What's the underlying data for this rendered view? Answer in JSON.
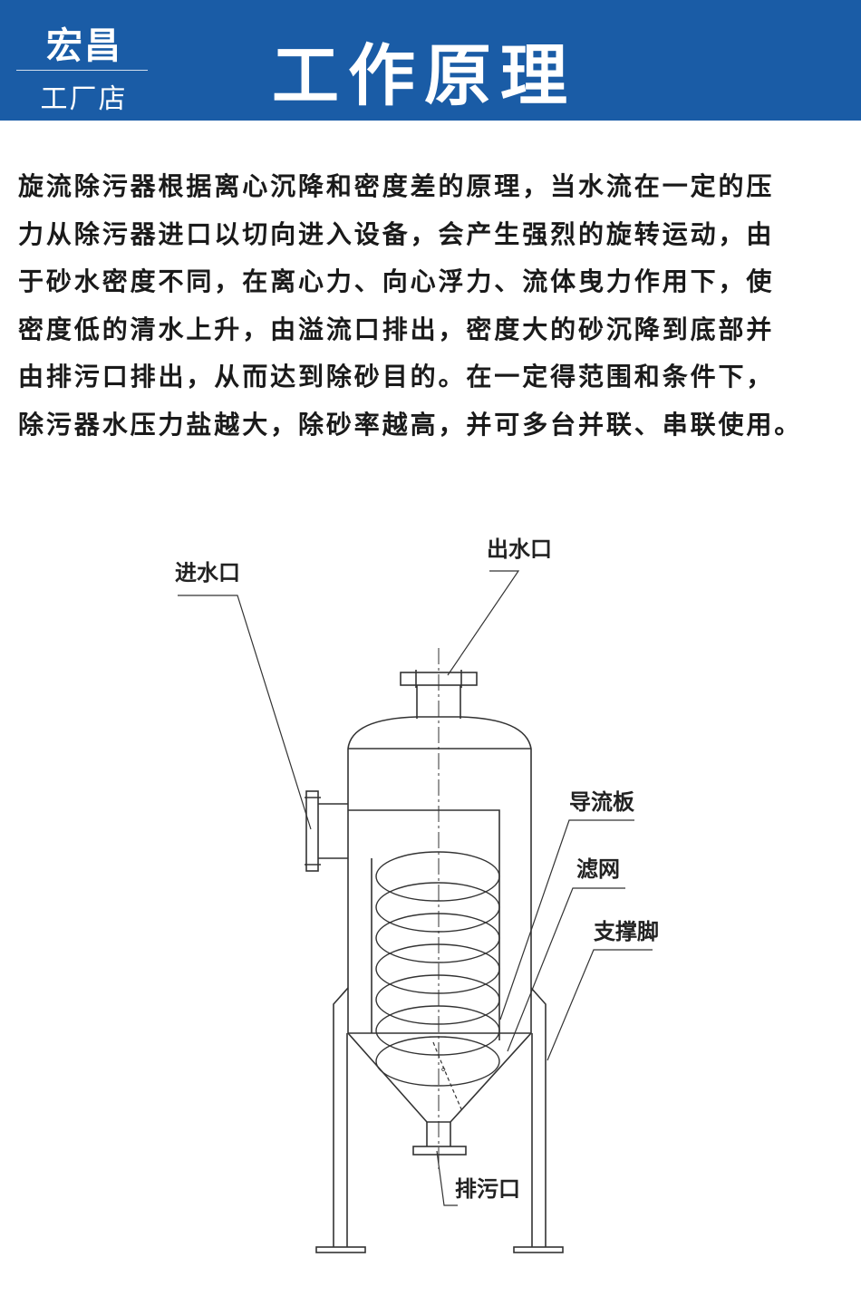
{
  "header": {
    "logo_main": "宏昌",
    "logo_sub": "工厂店",
    "title": "工作原理",
    "bg_color": "#1a5ca6"
  },
  "description_lines": [
    "旋流除污器根据离心沉降和密度差的原理，当水流在一定的压",
    "力从除污器进口以切向进入设备，会产生强烈的旋转运动，由",
    "于砂水密度不同，在离心力、向心浮力、流体曳力作用下，使",
    "密度低的清水上升，由溢流口排出，密度大的砂沉降到底部并",
    "由排污口排出，从而达到除砂目的。在一定得范围和条件下，",
    "除污器水压力盐越大，除砂率越高，并可多台并联、串联使用。"
  ],
  "diagram": {
    "labels": {
      "inlet": "进水口",
      "outlet": "出水口",
      "guide_plate": "导流板",
      "filter": "滤网",
      "support_leg": "支撑脚",
      "drain": "排污口"
    }
  }
}
